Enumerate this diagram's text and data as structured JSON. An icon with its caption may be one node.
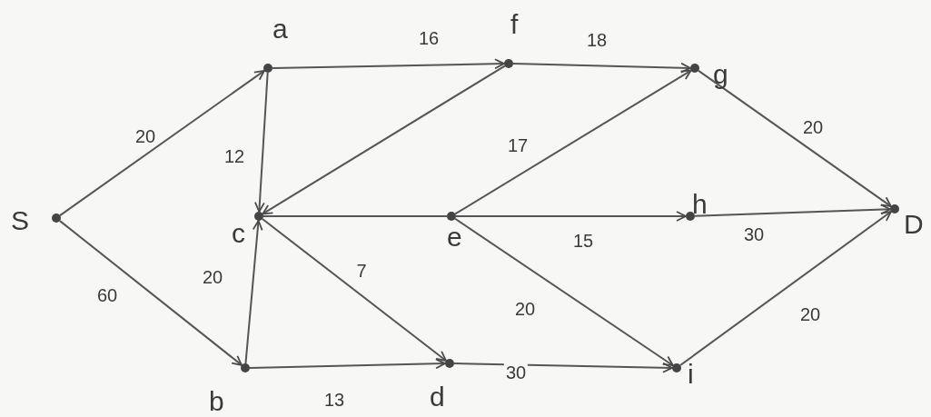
{
  "diagram": {
    "nodes": [
      {
        "text": [],
        "shape": "circle",
        "beside": [
          "S"
        ]
      },
      {
        "text": [],
        "shape": "circle",
        "beside": [
          "a"
        ]
      },
      {
        "text": [],
        "shape": "circle",
        "beside": [
          "b"
        ]
      },
      {
        "text": [],
        "shape": "circle",
        "beside": [
          "c"
        ]
      },
      {
        "text": [],
        "shape": "circle",
        "beside": [
          "d"
        ]
      },
      {
        "text": [],
        "shape": "circle",
        "beside": [
          "e"
        ]
      },
      {
        "text": [],
        "shape": "circle",
        "beside": [
          "f"
        ]
      },
      {
        "text": [],
        "shape": "circle",
        "beside": [
          "g"
        ]
      },
      {
        "text": [],
        "shape": "circle",
        "beside": [
          "h"
        ]
      },
      {
        "text": [],
        "shape": "circle",
        "beside": [
          "i"
        ]
      },
      {
        "text": [],
        "shape": "circle",
        "beside": [
          "D"
        ]
      }
    ],
    "edges": [
      {
        "from": 0,
        "to": 1,
        "arrow": "to",
        "label": "20"
      },
      {
        "from": 0,
        "to": 2,
        "arrow": "to",
        "label": "60"
      },
      {
        "from": 1,
        "to": 6,
        "arrow": "to",
        "label": "16"
      },
      {
        "from": 1,
        "to": 3,
        "arrow": "to",
        "label": "12"
      },
      {
        "from": 2,
        "to": 3,
        "arrow": "to",
        "label": "20"
      },
      {
        "from": 6,
        "to": 3,
        "arrow": "to"
      },
      {
        "from": 5,
        "to": 3,
        "arrow": "none"
      },
      {
        "from": 2,
        "to": 4,
        "arrow": "to",
        "label": "13"
      },
      {
        "from": 3,
        "to": 4,
        "arrow": "to",
        "label": "7"
      },
      {
        "from": 6,
        "to": 7,
        "arrow": "to",
        "label": "18"
      },
      {
        "from": 5,
        "to": 7,
        "arrow": "to",
        "label": "17"
      },
      {
        "from": 5,
        "to": 8,
        "arrow": "to",
        "label": "15"
      },
      {
        "from": 5,
        "to": 9,
        "arrow": "to",
        "label": "20"
      },
      {
        "from": 4,
        "to": 9,
        "arrow": "to",
        "label": "30"
      },
      {
        "from": 7,
        "to": 10,
        "arrow": "to",
        "label": "20"
      },
      {
        "from": 8,
        "to": 10,
        "arrow": "to",
        "label": "30"
      },
      {
        "from": 9,
        "to": 10,
        "arrow": "to",
        "label": "20"
      }
    ]
  }
}
